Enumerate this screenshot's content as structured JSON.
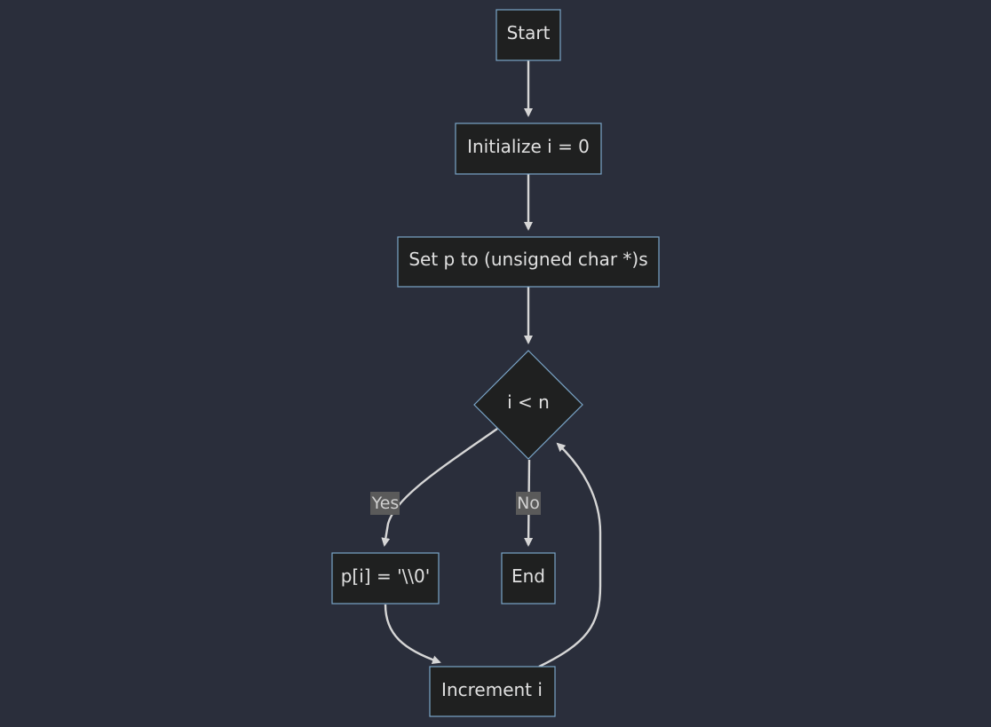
{
  "diagram": {
    "nodes": {
      "start": "Start",
      "init": "Initialize i = 0",
      "set_p": "Set p to (unsigned char *)s",
      "condition": "i < n",
      "assign": "p[i] = '\\\\0'",
      "end": "End",
      "increment": "Increment i"
    },
    "edge_labels": {
      "yes": "Yes",
      "no": "No"
    },
    "colors": {
      "background": "#2a2e3b",
      "node_fill": "#1f2020",
      "node_border": "#7aa5c8",
      "edge": "#d6d6d6",
      "label_background": "#5a5a5a"
    }
  }
}
